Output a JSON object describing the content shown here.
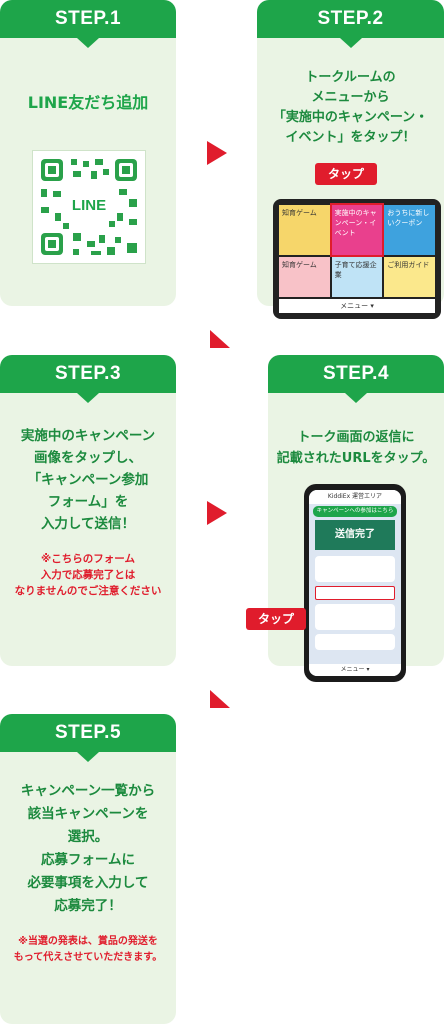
{
  "colors": {
    "green": "#1ea54a",
    "card_bg": "#eaf4e4",
    "text_green": "#1c8a3e",
    "red": "#e01c2c"
  },
  "steps": [
    {
      "title": "STEP.1",
      "headline": "LINE友だち追加",
      "qr_label": "LINE"
    },
    {
      "title": "STEP.2",
      "lines": [
        "トークルームの",
        "メニューから",
        "「実施中のキャンペーン・",
        "イベント」をタップ！"
      ],
      "tap": "タップ",
      "menu": {
        "tiles": [
          "知育ゲーム",
          "実施中のキャンペーン・イベント",
          "おうちに新しいクーポン",
          "知育ゲーム",
          "子育て応援企業",
          "ご利用ガイド"
        ],
        "bottom_label": "メニュー ▾"
      }
    },
    {
      "title": "STEP.3",
      "lines": [
        "実施中のキャンペーン",
        "画像をタップし、",
        "「キャンペーン参加",
        "フォーム」を",
        "入力して送信！"
      ],
      "note": [
        "※こちらのフォーム",
        "入力で応募完了とは",
        "なりませんのでご注意ください"
      ]
    },
    {
      "title": "STEP.4",
      "lines": [
        "トーク画面の返信に",
        "記載されたURLをタップ。"
      ],
      "tap": "タップ",
      "phone": {
        "header": "KiddiEx 運営エリア",
        "banner": "キャンペーンへの参加はこちら",
        "complete": "送信完了",
        "bottom_label": "メニュー ▾"
      }
    },
    {
      "title": "STEP.5",
      "lines": [
        "キャンペーン一覧から",
        "該当キャンペーンを",
        "選択。",
        "応募フォームに",
        "必要事項を入力して",
        "応募完了！"
      ],
      "note": [
        "※当選の発表は、賞品の発送を",
        "もって代えさせていただきます。"
      ]
    }
  ]
}
